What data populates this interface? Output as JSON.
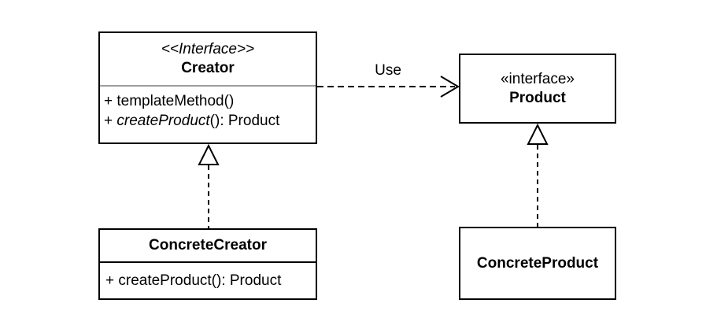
{
  "colors": {
    "canvas_background": "#ffffff",
    "box_background": "#ffffff",
    "line": "#000000",
    "text": "#000000",
    "creator_separator": "#9e9e9e"
  },
  "classes": {
    "creator": {
      "stereotype": "<<Interface>>",
      "name": "Creator",
      "methods": [
        {
          "text": "+ templateMethod()"
        },
        {
          "prefix": "+ ",
          "name_italic": "createProduct",
          "suffix": "(): Product"
        }
      ]
    },
    "product": {
      "stereotype": "«interface»",
      "name": "Product"
    },
    "concrete_creator": {
      "name": "ConcreteCreator",
      "methods": [
        {
          "text": "+ createProduct(): Product"
        }
      ]
    },
    "concrete_product": {
      "name": "ConcreteProduct"
    }
  },
  "relations": {
    "use": {
      "type": "dependency",
      "from": "Creator",
      "to": "Product",
      "label": "Use",
      "line": "dashed",
      "head": "open-arrow"
    },
    "creator_realization": {
      "type": "realization",
      "from": "ConcreteCreator",
      "to": "Creator",
      "line": "dashed",
      "head": "hollow-triangle"
    },
    "product_realization": {
      "type": "realization",
      "from": "ConcreteProduct",
      "to": "Product",
      "line": "dashed",
      "head": "hollow-triangle"
    }
  }
}
